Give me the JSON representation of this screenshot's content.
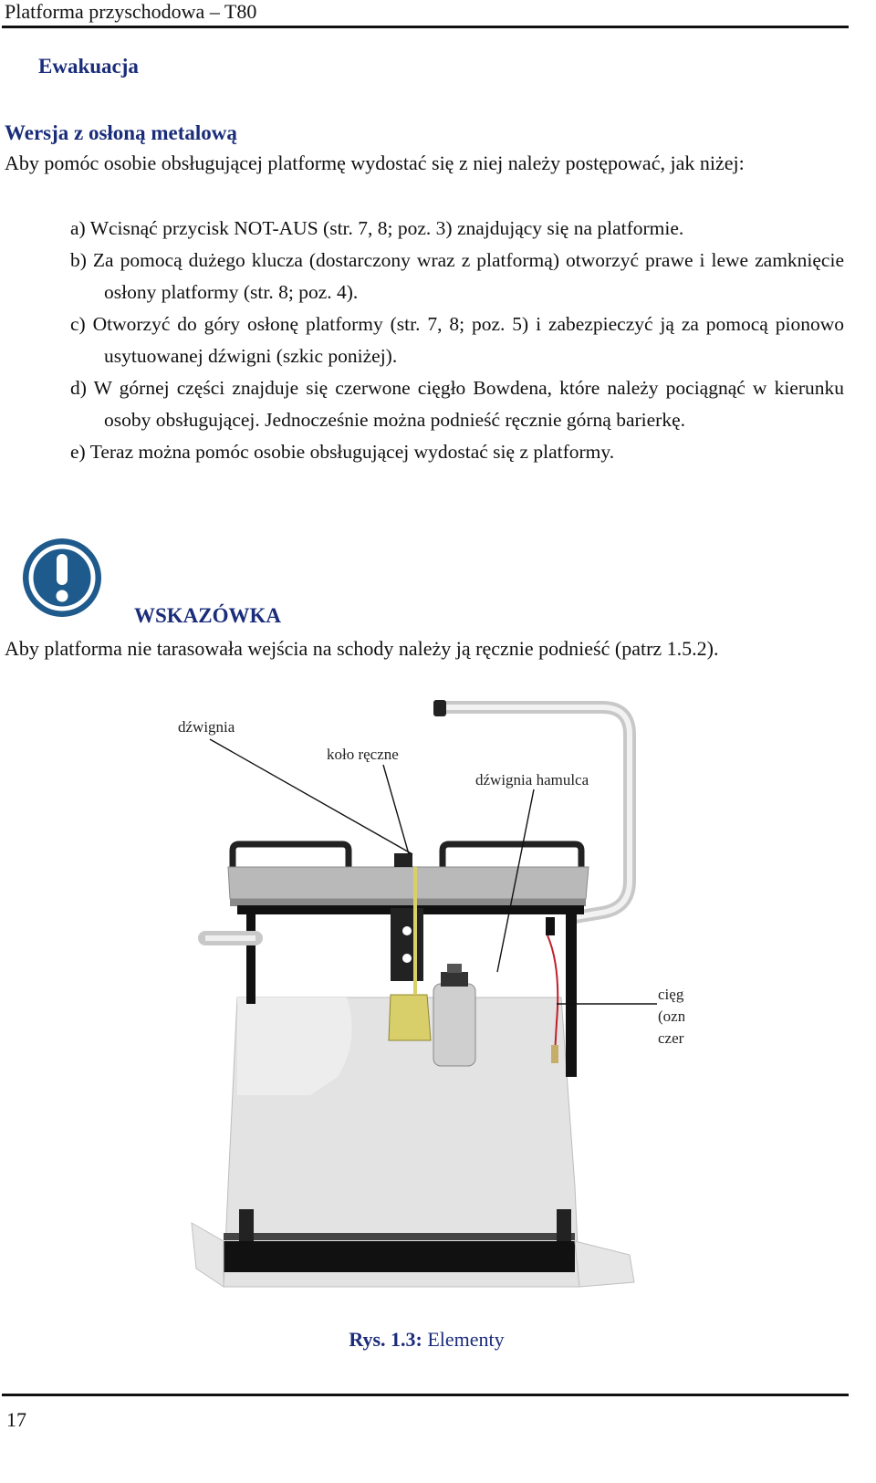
{
  "header": {
    "title": "Platforma przyschodowa – T80"
  },
  "section": {
    "title": "Ewakuacja"
  },
  "subsection": {
    "title": "Wersja z osłoną metalową",
    "intro": "Aby pomóc osobie obsługującej platformę wydostać się z niej należy postępować, jak niżej:"
  },
  "steps": [
    "a) Wcisnąć przycisk NOT-AUS (str. 7, 8; poz. 3) znajdujący się na platformie.",
    "b) Za pomocą dużego klucza (dostarczony wraz z platformą) otworzyć prawe i lewe zamknięcie osłony platformy (str.  8; poz. 4).",
    "c) Otworzyć do góry osłonę platformy (str. 7, 8; poz. 5) i zabezpieczyć ją za pomocą pionowo usytuowanej dźwigni (szkic poniżej).",
    "d) W górnej części znajduje się czerwone cięgło Bowdena, które należy pociągnąć w kierunku osoby obsługującej. Jednocześnie można podnieść ręcznie górną barierkę.",
    "e) Teraz można pomóc osobie obsługującej wydostać się z platformy."
  ],
  "hint": {
    "icon": "warning-exclamation-icon",
    "title": "WSKAZÓWKA",
    "text": "Aby platforma nie tarasowała wejścia na schody należy ją ręcznie podnieść (patrz 1.5.2)."
  },
  "figure": {
    "labels": {
      "lever": "dźwignia",
      "handwheel": "koło ręczne",
      "brake_lever": "dźwignia hamulca",
      "bowden_1": "cięgło Bowdena",
      "bowden_2": "(oznaczone na",
      "bowden_3": "czerwono)"
    },
    "caption_prefix": "Rys. 1.3:",
    "caption_text": "Elementy"
  },
  "footer": {
    "page_number": "17"
  },
  "colors": {
    "heading": "#1a2c7a",
    "icon": "#1f5a8c",
    "bowden": "#c0202a"
  }
}
